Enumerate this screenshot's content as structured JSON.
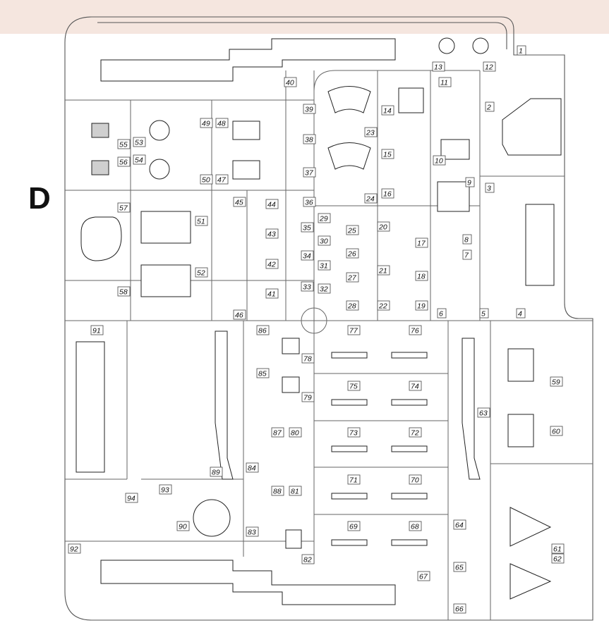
{
  "sprue": {
    "letter": "D",
    "part_numbers": [
      "1",
      "2",
      "3",
      "4",
      "5",
      "6",
      "7",
      "8",
      "9",
      "10",
      "11",
      "12",
      "13",
      "14",
      "15",
      "16",
      "17",
      "18",
      "19",
      "20",
      "21",
      "22",
      "23",
      "24",
      "25",
      "26",
      "27",
      "28",
      "29",
      "30",
      "31",
      "32",
      "33",
      "34",
      "35",
      "36",
      "37",
      "38",
      "39",
      "40",
      "41",
      "42",
      "43",
      "44",
      "45",
      "46",
      "47",
      "48",
      "49",
      "50",
      "51",
      "52",
      "53",
      "54",
      "55",
      "56",
      "57",
      "58",
      "59",
      "60",
      "61",
      "62",
      "63",
      "64",
      "65",
      "66",
      "67",
      "68",
      "69",
      "70",
      "71",
      "72",
      "73",
      "74",
      "75",
      "76",
      "77",
      "78",
      "79",
      "80",
      "81",
      "82",
      "83",
      "84",
      "85",
      "86",
      "87",
      "88",
      "89",
      "90",
      "91",
      "92",
      "93",
      "94"
    ]
  }
}
